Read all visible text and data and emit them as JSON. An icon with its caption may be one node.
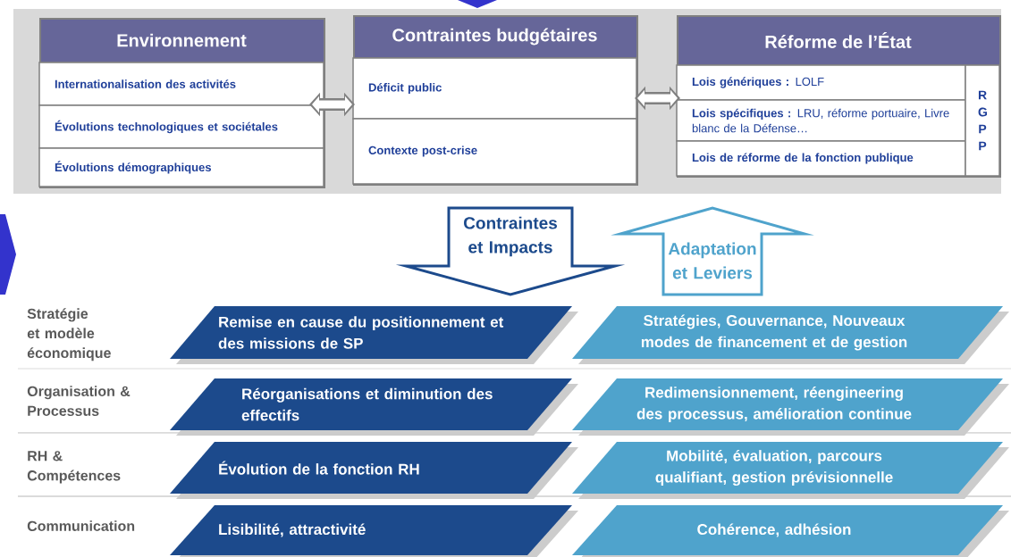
{
  "diagram": {
    "nodes": [
      {
        "text": [
          "Environnement"
        ]
      },
      {
        "text": [
          "Internationalisation des activités"
        ],
        "in": 0
      },
      {
        "text": [
          "Évolutions technologiques et sociétales"
        ],
        "in": 0
      },
      {
        "text": [
          "Évolutions démographiques"
        ],
        "in": 0
      },
      {
        "text": [
          "Contraintes budgétaires"
        ]
      },
      {
        "text": [
          "Déficit public"
        ],
        "in": 4
      },
      {
        "text": [
          "Contexte post-crise"
        ],
        "in": 4
      },
      {
        "text": [
          "Réforme de l’État"
        ]
      },
      {
        "text": [
          "**Lois génériques :** LOLF"
        ],
        "in": 7
      },
      {
        "text": [
          "**Lois spécifiques :** LRU, réforme portuaire, Livre blanc de la Défense…"
        ],
        "in": 7
      },
      {
        "text": [
          "Lois de réforme de la fonction publique"
        ],
        "in": 7
      },
      {
        "text": [
          "R G P P"
        ],
        "in": 7
      },
      {
        "text": [
          "Remise en cause du positionnement et des missions de SP"
        ]
      },
      {
        "text": [
          "Stratégies, Gouvernance, Nouveaux modes de financement et de gestion"
        ]
      },
      {
        "text": [
          "Réorganisations et diminution des effectifs"
        ]
      },
      {
        "text": [
          "Redimensionnement, réengineering des processus, amélioration continue"
        ]
      },
      {
        "text": [
          "Évolution de la fonction RH"
        ]
      },
      {
        "text": [
          "Mobilité, évaluation, parcours qualifiant, gestion prévisionnelle"
        ]
      },
      {
        "text": [
          "Lisibilité, attractivité"
        ]
      },
      {
        "text": [
          "Cohérence, adhésion"
        ]
      },
      {
        "text": [],
        "shape": "triangle"
      },
      {
        "text": [],
        "shape": "chevron"
      }
    ],
    "edges": [
      {
        "from": 0,
        "to": 4,
        "arrow": "both"
      },
      {
        "from": 4,
        "to": 7,
        "arrow": "both"
      },
      {
        "from": null,
        "to": 12,
        "arrow": "to",
        "label": "Contraintes et Impacts",
        "style": "thick",
        "color": "#1c4a8c"
      },
      {
        "from": 13,
        "to": null,
        "arrow": "to",
        "label": "Adaptation et Leviers",
        "style": "thick",
        "color": "#4fa3cc"
      }
    ],
    "labels": [
      "Stratégie et modèle économique",
      "Organisation & Processus",
      "RH & Compétences",
      "Communication"
    ]
  }
}
